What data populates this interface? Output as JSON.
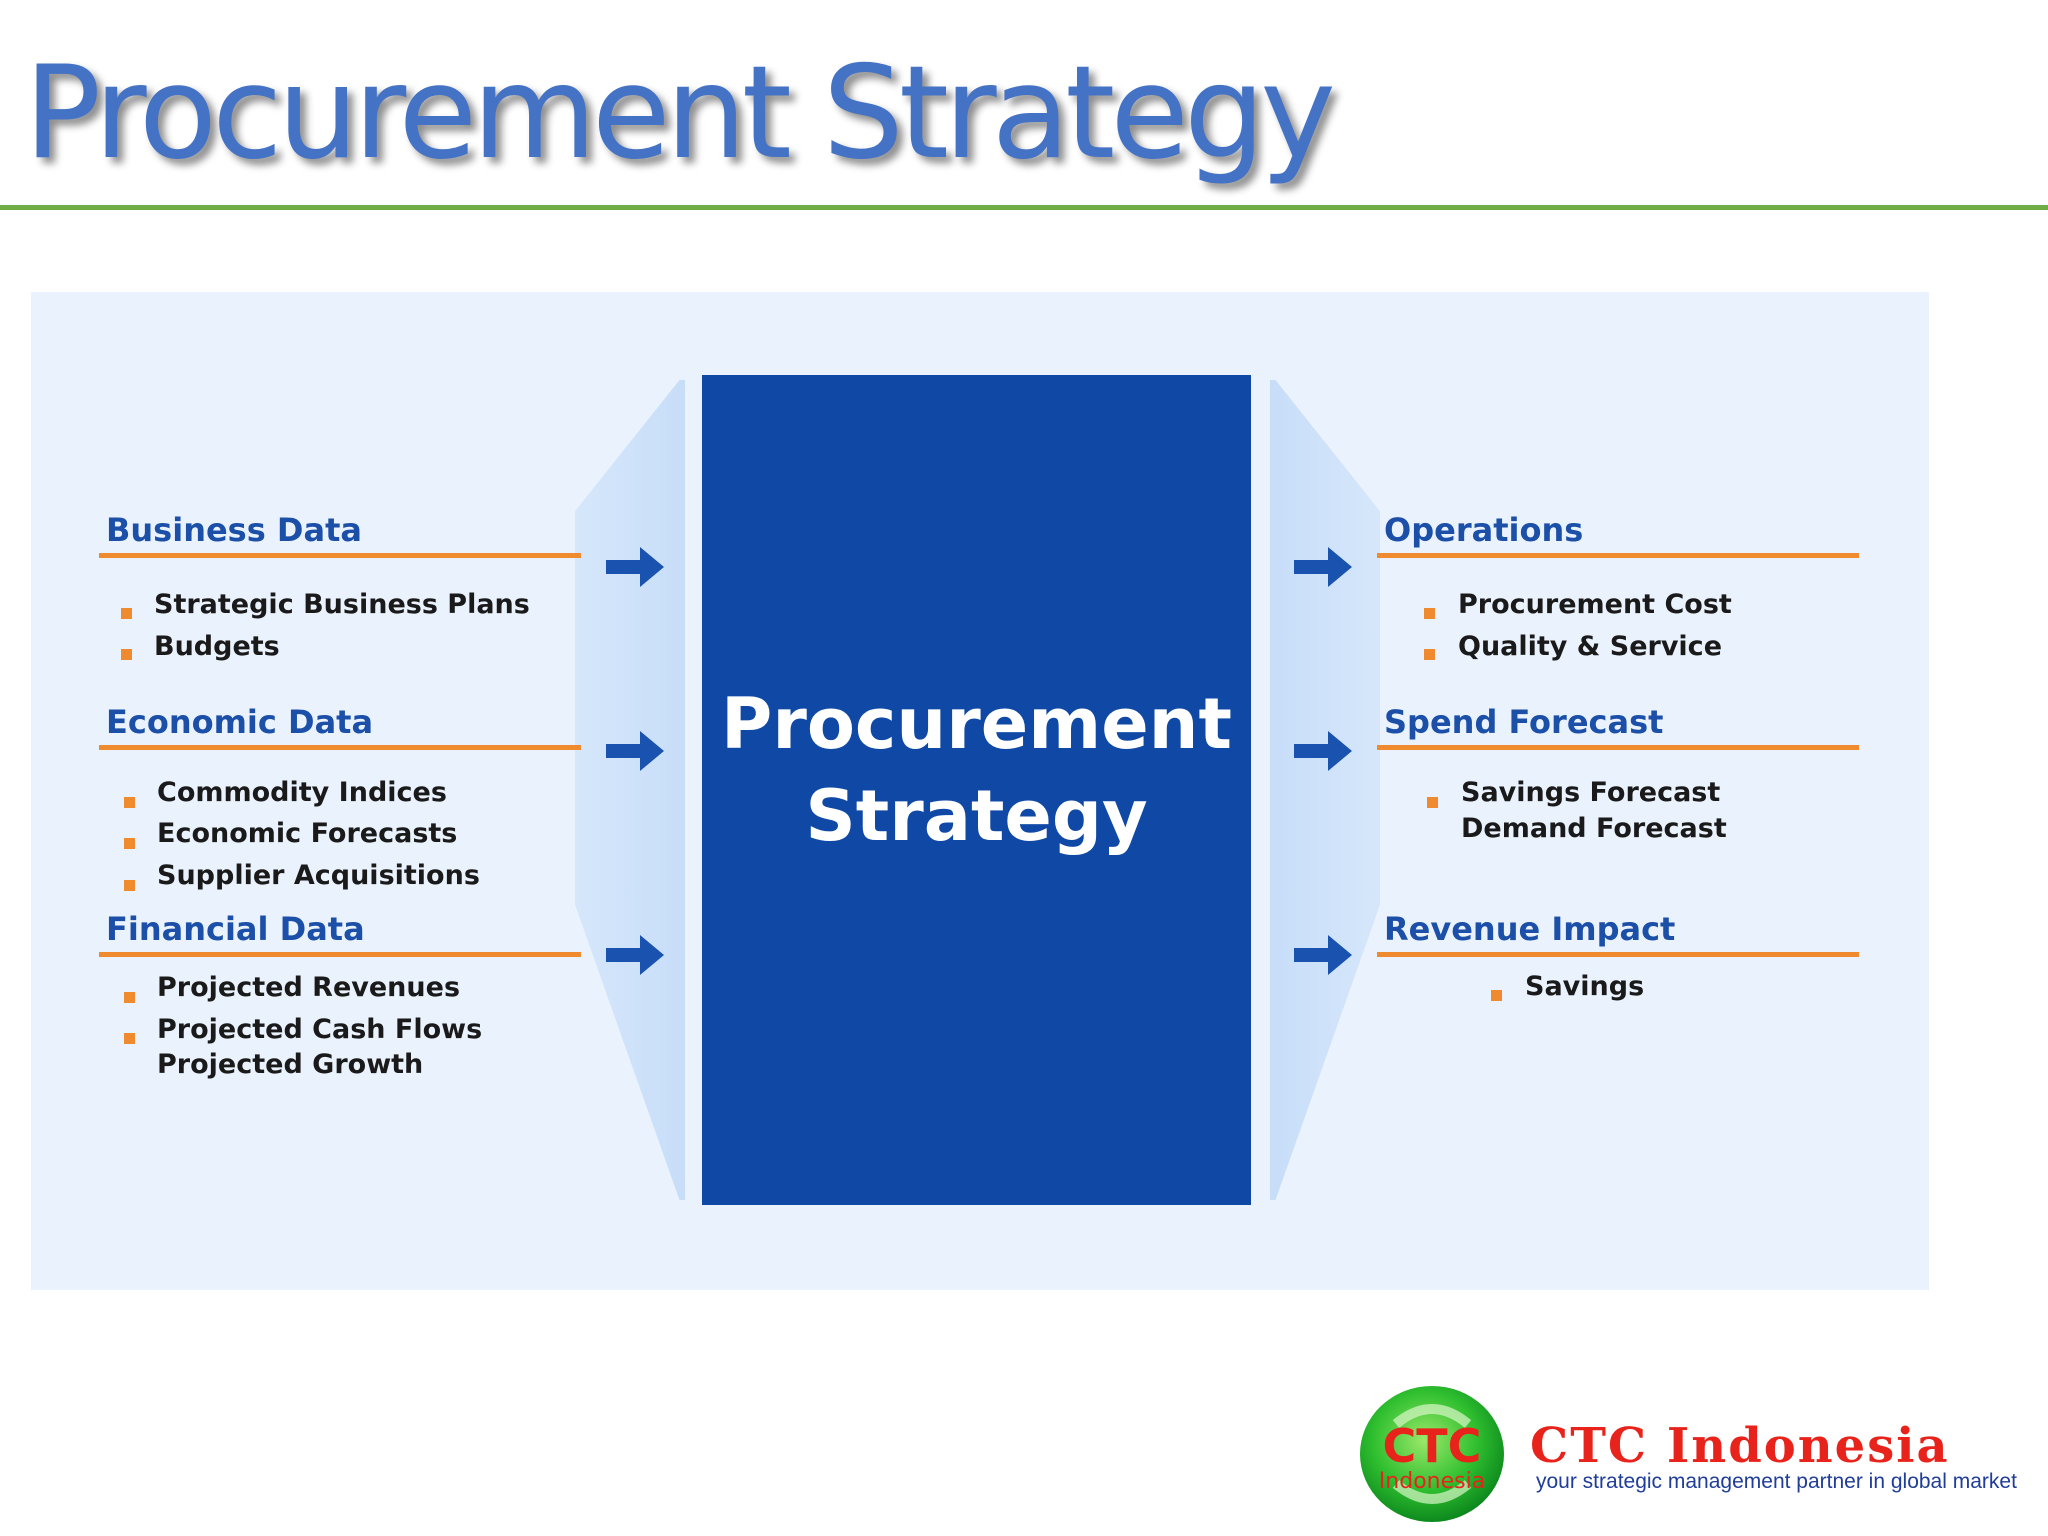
{
  "slide": {
    "title": "Procurement Strategy"
  },
  "center": {
    "title": "Procurement\nStrategy"
  },
  "inputs": [
    {
      "heading": "Business Data",
      "items": [
        "Strategic Business Plans",
        "Budgets"
      ]
    },
    {
      "heading": "Economic Data",
      "items": [
        "Commodity Indices",
        "Economic Forecasts",
        "Supplier Acquisitions"
      ]
    },
    {
      "heading": "Financial Data",
      "items": [
        "Projected Revenues",
        "Projected Cash Flows",
        "Projected Growth"
      ]
    }
  ],
  "outputs": [
    {
      "heading": "Operations",
      "items": [
        "Procurement Cost",
        "Quality & Service"
      ]
    },
    {
      "heading": "Spend Forecast",
      "items": [
        "Savings Forecast",
        "Demand Forecast"
      ]
    },
    {
      "heading": "Revenue Impact",
      "items": [
        "Savings"
      ]
    }
  ],
  "branding": {
    "logo_text": "CTC",
    "logo_subtext": "Indonesia",
    "name": "CTC Indonesia",
    "tagline": "your strategic management partner in global market"
  },
  "colors": {
    "title": "#4472C4",
    "title_rule": "#70AD47",
    "panel": "#EAF3FD",
    "center_box": "#0F49A5",
    "heading": "#1B4FA8",
    "accent_orange": "#F08A2E",
    "arrow": "#1A52B0",
    "brand_red": "#E8231B"
  }
}
